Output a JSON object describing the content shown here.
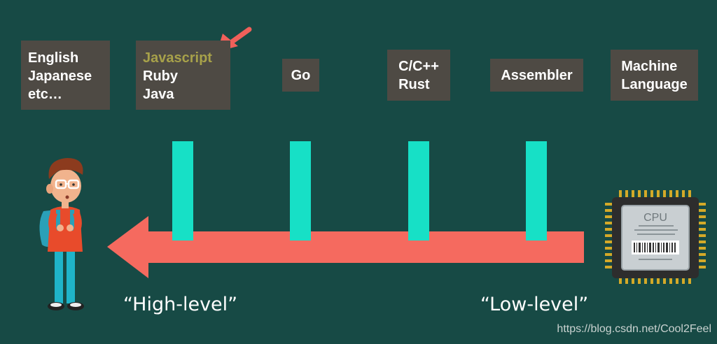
{
  "boxes": {
    "human": {
      "lines": [
        "English",
        "Japanese",
        "etc…"
      ]
    },
    "scripting": {
      "highlight": "Javascript",
      "lines": [
        "Ruby",
        "Java"
      ]
    },
    "go": {
      "label": "Go"
    },
    "systems": {
      "lines": [
        "C/C++",
        "Rust"
      ]
    },
    "assembler": {
      "label": "Assembler"
    },
    "machine": {
      "lines": [
        "Machine",
        "Language"
      ]
    }
  },
  "captions": {
    "high": "“High-level”",
    "low": "“Low-level”"
  },
  "cpu": {
    "label": "CPU"
  },
  "watermark": "https://blog.csdn.net/Cool2Feel",
  "colors": {
    "background": "#174a45",
    "box": "#4e4a44",
    "highlight_text": "#a7a14a",
    "arrow": "#f56a5f",
    "pillar": "#17e0c6",
    "pointer_arrow": "#f0605a"
  }
}
